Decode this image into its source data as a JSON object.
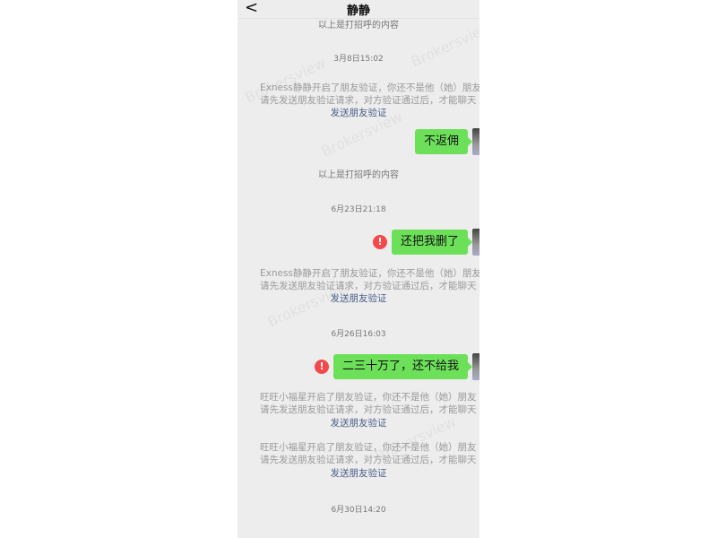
{
  "header": {
    "back": "<",
    "title": "静静"
  },
  "messages": {
    "top_cut": "以上是打招呼的内容",
    "t1": "3月8日15:02",
    "sys1_l1": "Exness静静开启了朋友验证，你还不是他（她）朋友",
    "sys1_l2": "请先发送朋友验证请求，对方验证通过后，才能聊天",
    "link": "发送朋友验证",
    "b1": "不返佣",
    "greet": "以上是打招呼的内容",
    "t2": "6月23日21:18",
    "b2": "还把我删了",
    "t3": "6月26日16:03",
    "b3": "二三十万了，还不给我",
    "sys2_l1": "旺旺小福星开启了朋友验证，你还不是他（她）朋友",
    "t4": "6月30日14:20",
    "err": "!"
  },
  "watermark": "Brokersview"
}
